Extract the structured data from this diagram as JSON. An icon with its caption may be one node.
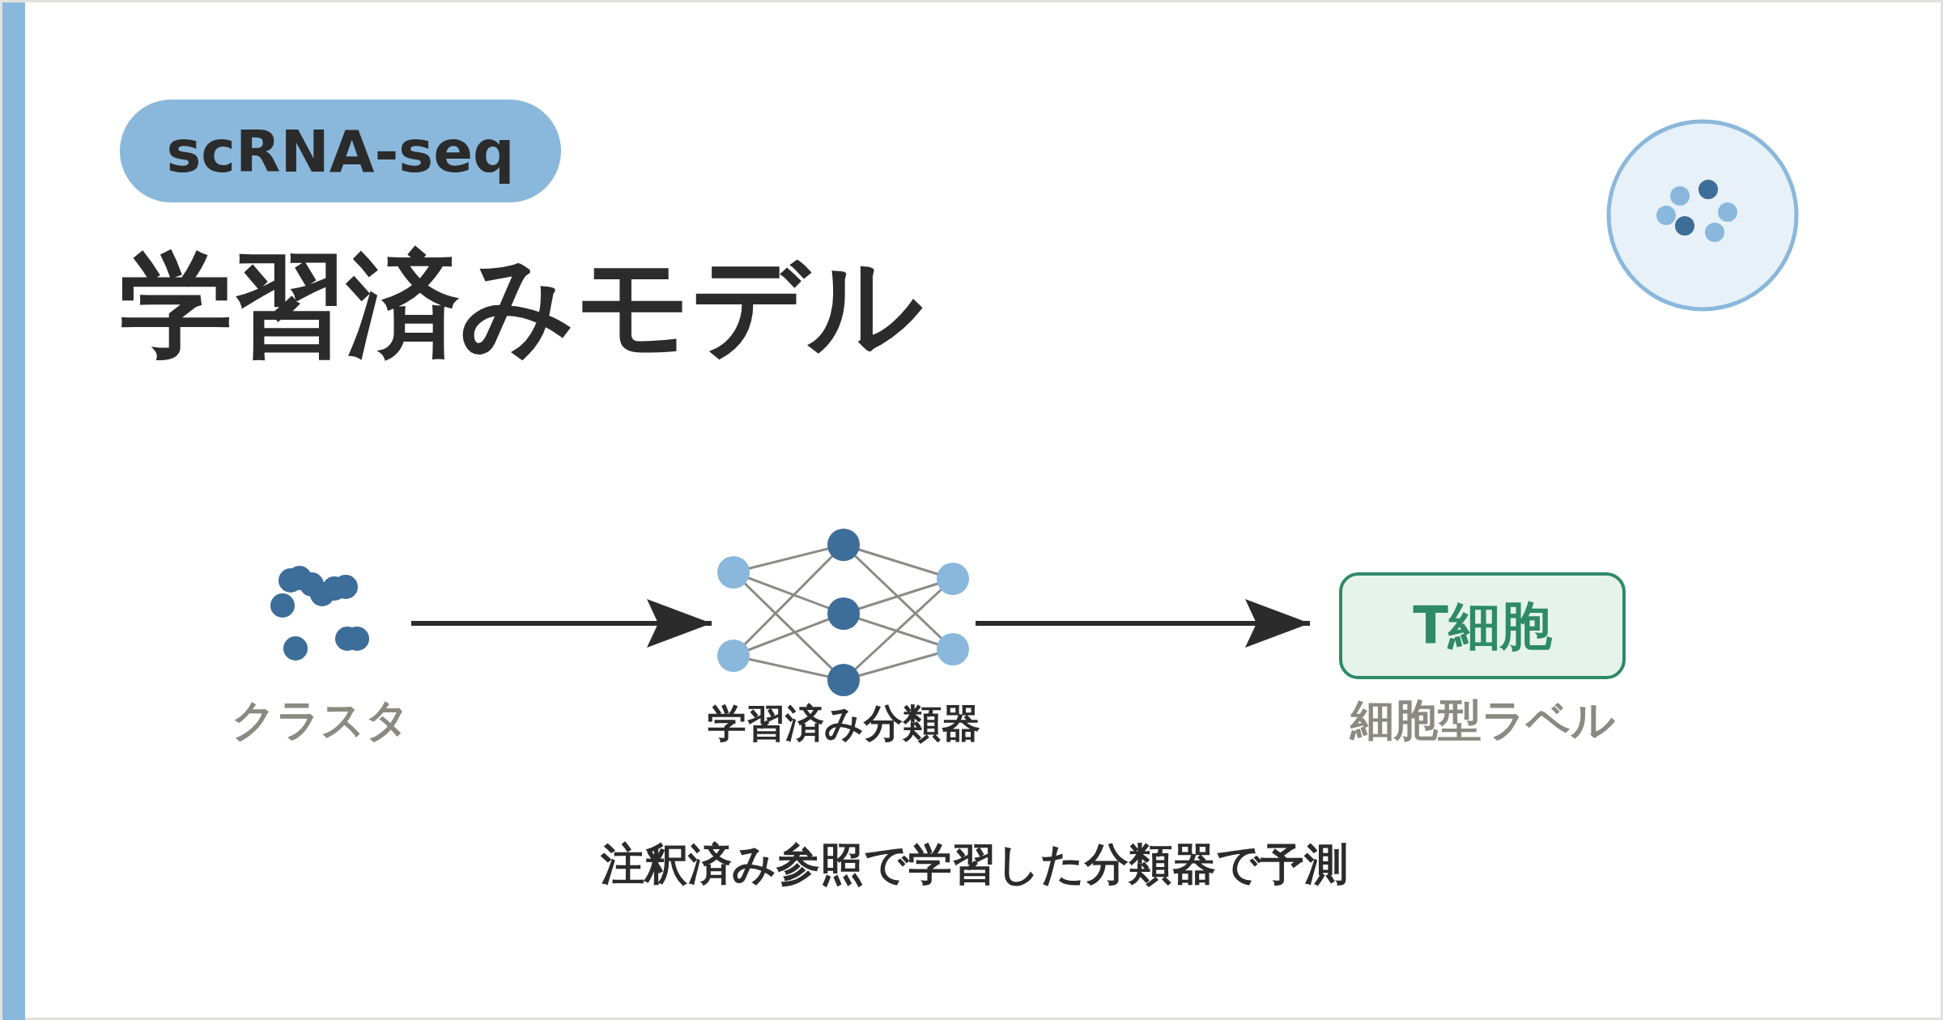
{
  "diagram": {
    "title": "学習済みモデル",
    "caption": "注釈済み参照で学習した分類器で予測",
    "nodes": [
      {
        "text": [
          "scRNA-seq"
        ]
      },
      {
        "text": [],
        "shape": "picture",
        "beside": [
          "クラスタ"
        ]
      },
      {
        "text": [],
        "shape": "picture",
        "beside": [
          "学習済み分類器"
        ]
      },
      {
        "text": [
          "T細胞"
        ],
        "beside": [
          "細胞型ラベル"
        ]
      }
    ],
    "edges": [
      {
        "from": 1,
        "to": 2,
        "arrow": "to"
      },
      {
        "from": 2,
        "to": 3,
        "arrow": "to"
      }
    ]
  }
}
